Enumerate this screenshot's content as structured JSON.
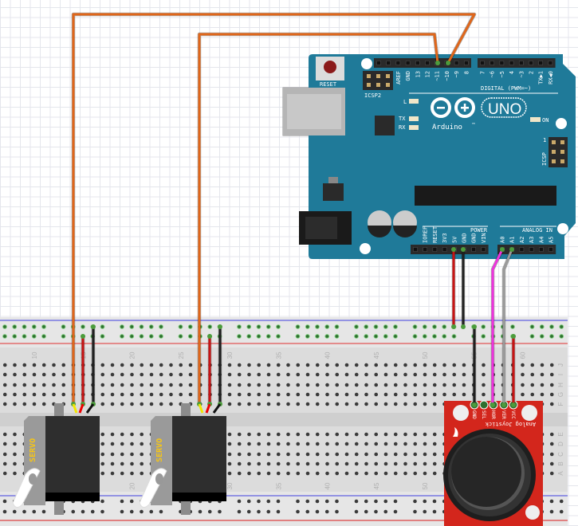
{
  "arduino": {
    "reset_label": "RESET",
    "icsp2_label": "ICSP2",
    "icsp_label": "ICSP",
    "icsp_pin1": "1",
    "brand": "Arduino",
    "trademark": "TM",
    "model": "UNO",
    "led_l": "L",
    "led_tx": "TX",
    "led_rx": "RX",
    "led_on": "ON",
    "digital_label": "DIGITAL (PWM=~)",
    "power_label": "POWER",
    "analog_label": "ANALOG IN",
    "color": "#1f7a99",
    "digital_pins": [
      "AREF",
      "GND",
      "13",
      "12",
      "~11",
      "~10",
      "~9",
      "8",
      "7",
      "~6",
      "~5",
      "4",
      "~3",
      "2",
      "TX▶1",
      "RX◀0"
    ],
    "power_pins": [
      "IOREF",
      "RESET",
      "3V3",
      "5V",
      "GND",
      "GND",
      "VIN"
    ],
    "analog_pins": [
      "A0",
      "A1",
      "A2",
      "A3",
      "A4",
      "A5"
    ]
  },
  "servos": [
    {
      "label": "SERVO",
      "color": "#f5c518"
    },
    {
      "label": "SERVO",
      "color": "#f5c518"
    }
  ],
  "joystick": {
    "title": "Analog Joystick",
    "pins": [
      "GND",
      "SEL",
      "HOR",
      "VER",
      "VCC"
    ],
    "color": "#d3261c"
  },
  "breadboard": {
    "column_numbers": [
      "10",
      "15",
      "20",
      "25",
      "30",
      "35",
      "40",
      "45",
      "50",
      "55",
      "60"
    ],
    "rows_top": [
      "J",
      "I",
      "H",
      "G",
      "F"
    ],
    "rows_bottom": [
      "E",
      "D",
      "C",
      "B",
      "A"
    ]
  },
  "wires": {
    "signal": "#e0661a",
    "power": "#c81414",
    "ground": "#202020",
    "horizontal": "#ee33dd",
    "vertical": "#9a9a9a"
  }
}
